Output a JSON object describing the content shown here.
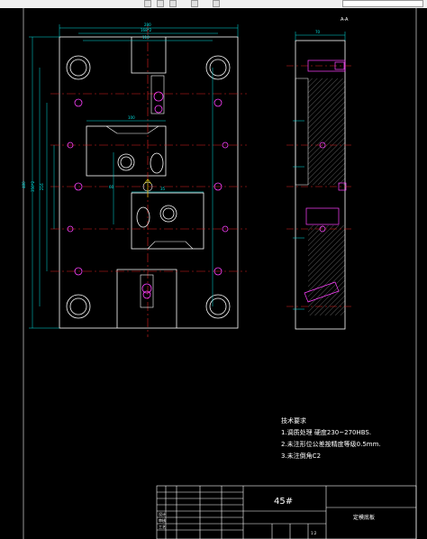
{
  "drawing": {
    "section_label": "A-A",
    "dims": {
      "plate_width": "280",
      "inner_width_1": "168*2",
      "inner_width_2": "110",
      "plate_height": "480",
      "inner_height_1": "350*2",
      "inner_height_2": "216",
      "slot_width": "100",
      "side_width": "70",
      "mid_dim": "60",
      "small_dim": "35"
    }
  },
  "notes": {
    "title": "技术要求",
    "lines": [
      "1.调质处理 硬度230~270HBS.",
      "2.未注形位公差按精度等级0.5mm.",
      "3.未注倒角C2"
    ]
  },
  "title_block": {
    "material": "45#",
    "part_name": "定模底板",
    "scale": "1:2",
    "row_labels": [
      "设计",
      "审核",
      "工艺"
    ]
  }
}
